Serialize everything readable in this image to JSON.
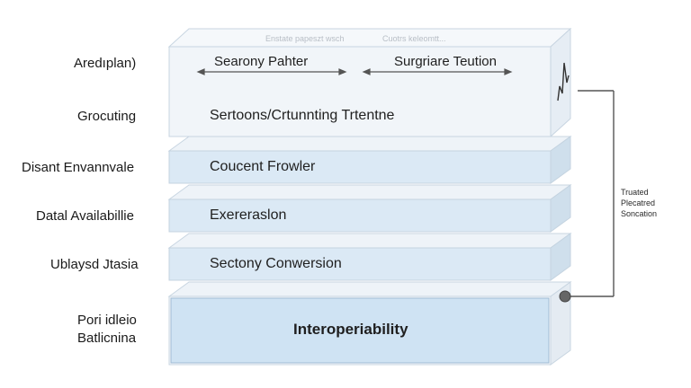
{
  "left_labels": [
    "Aredıplan)",
    "Grocuting",
    "Disant Envannvale",
    "Datal Availabillie",
    "Ublaysd Jtasia",
    "Pori idleio",
    "Batlicnina"
  ],
  "top_layer": {
    "faint_left": "Enstate papeszt wsch",
    "faint_right": "Cuotrs keleomtt...",
    "arrow_left_label": "Searony Pahter",
    "arrow_right_label": "Surgriare Teution",
    "row2": "Sertoons/Crtunnting Trtentne"
  },
  "layers": [
    "Coucent Frowler",
    "Exereraslon",
    "Sectony Conwersion"
  ],
  "base_layer": "Interoperiability",
  "side_note": [
    "Truated",
    "Plecatred",
    "Soncation"
  ],
  "colors": {
    "top_fill": "#f1f5f9",
    "layer_fill": "#dbe9f5",
    "base_fill": "#cfe3f3",
    "edge": "#c4d3e0"
  }
}
